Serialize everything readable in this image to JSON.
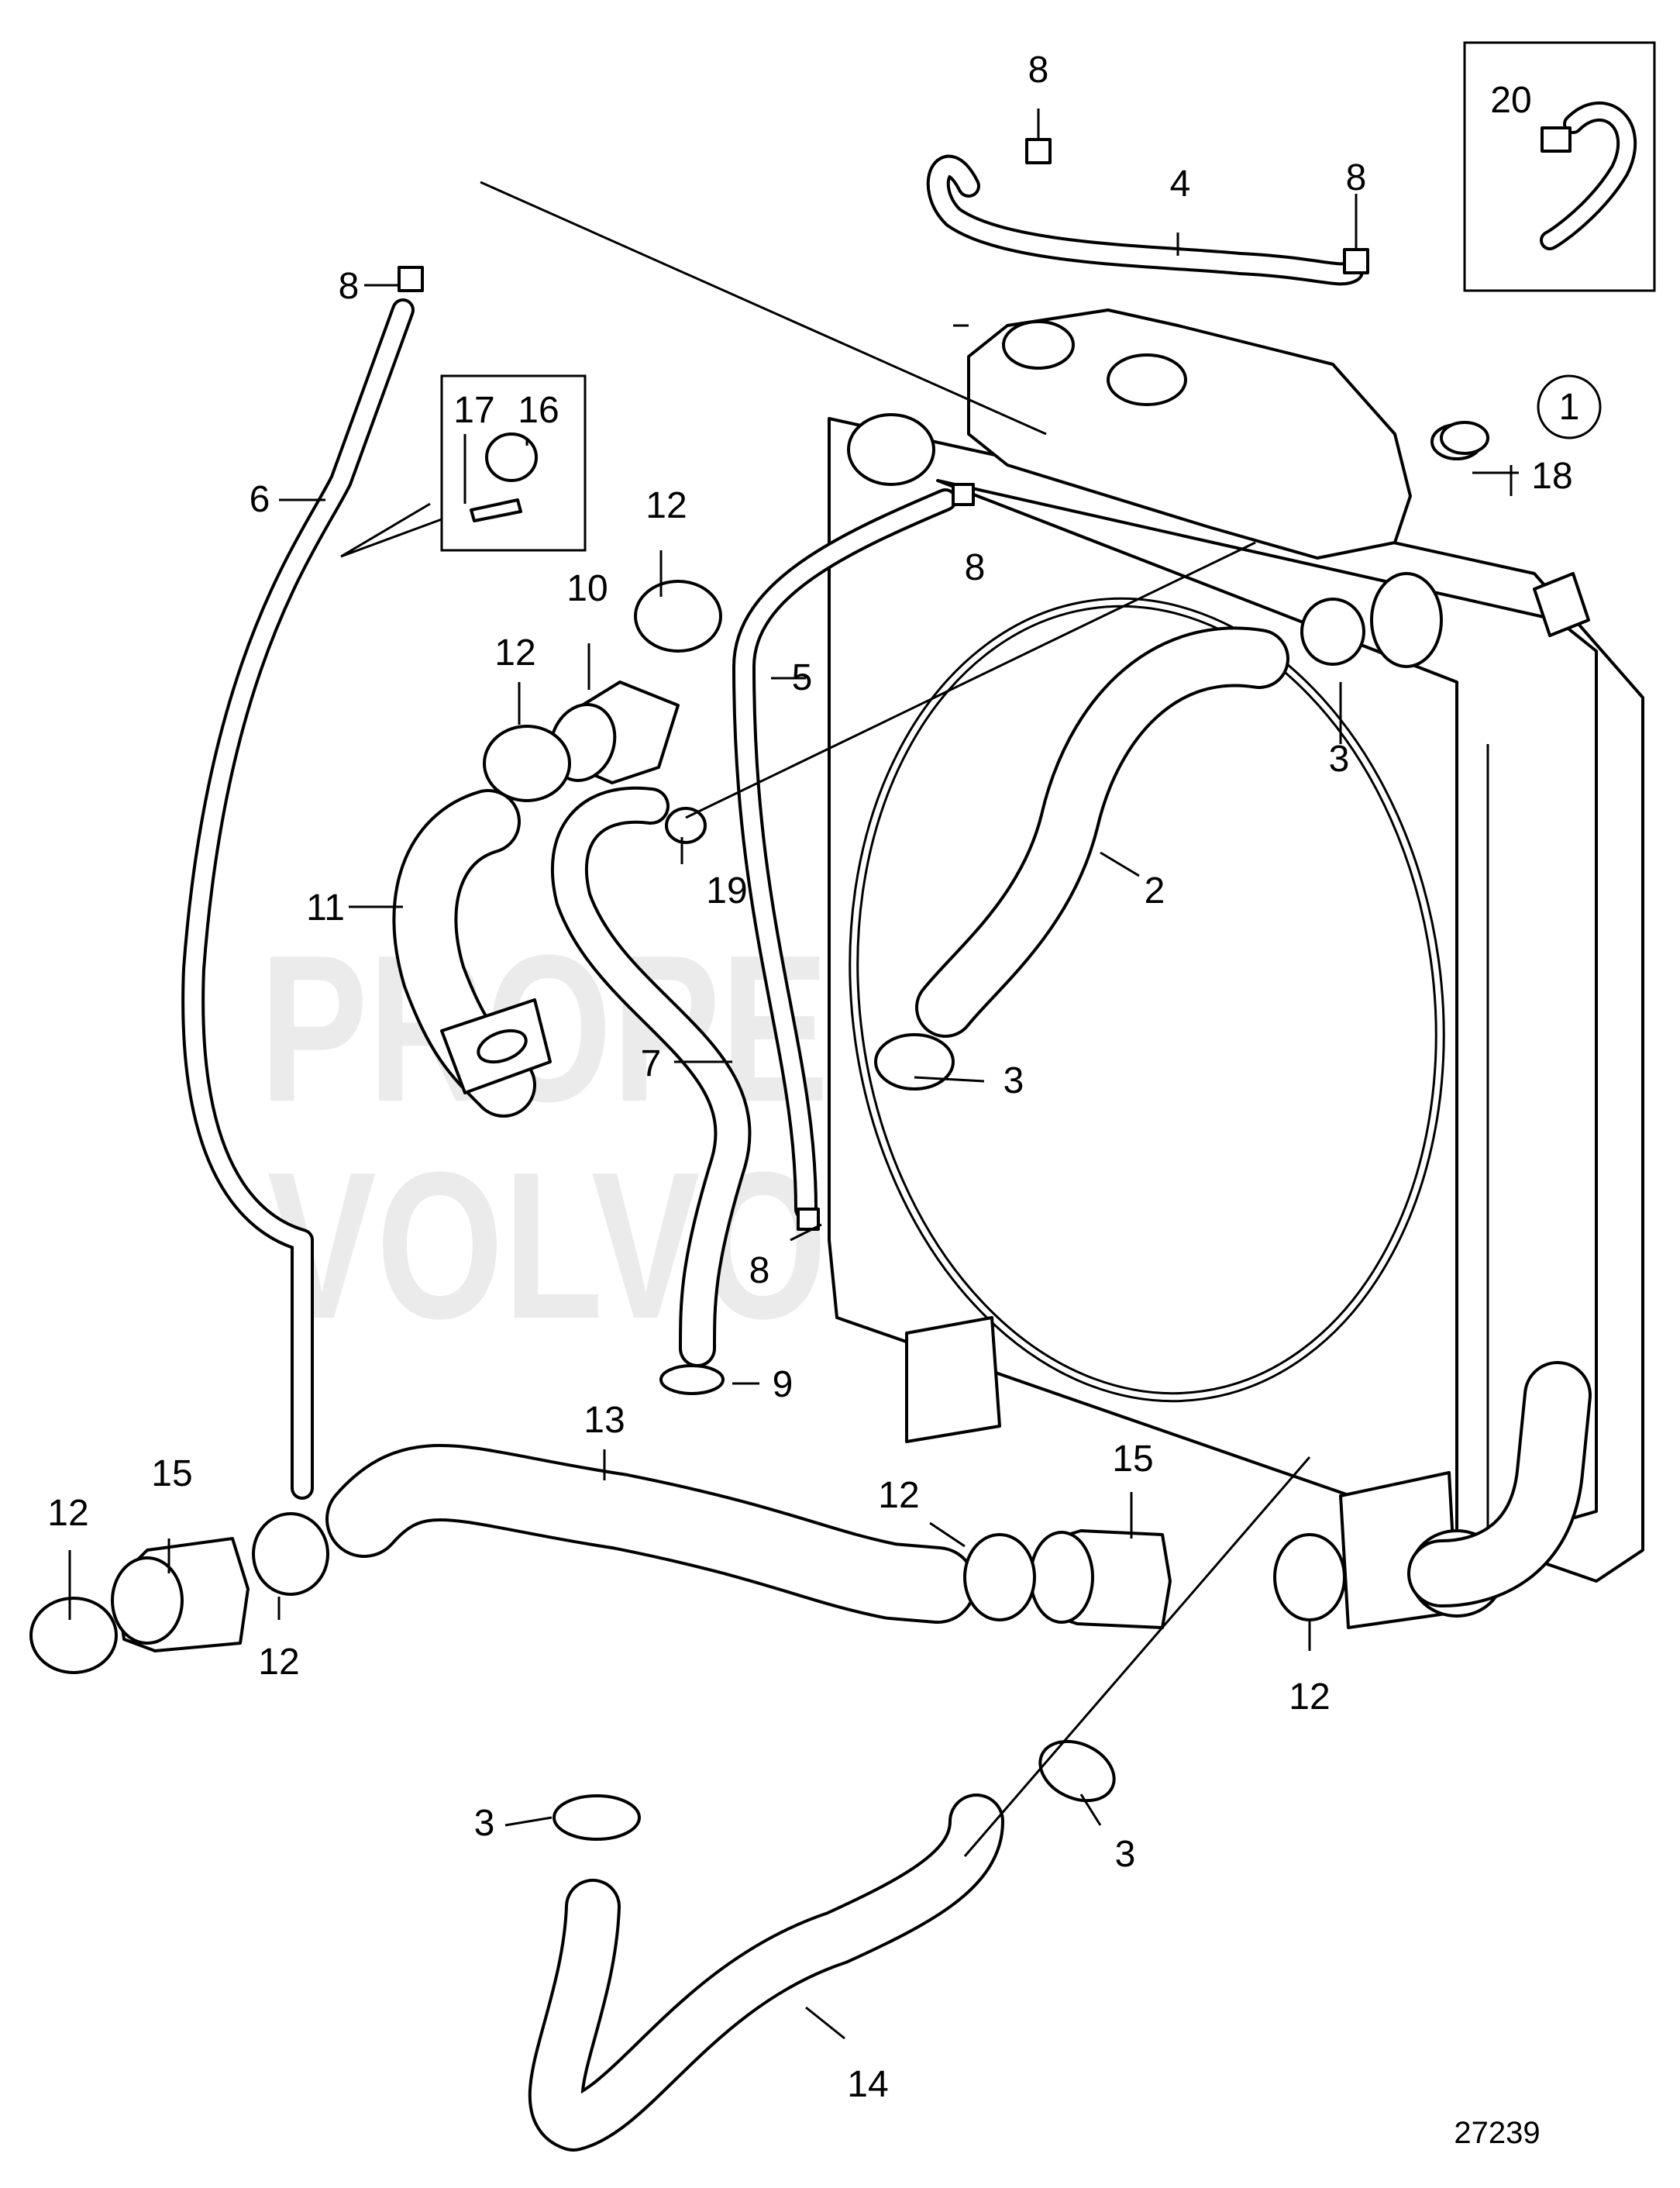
{
  "watermark": {
    "line1": "PROPERTY OF",
    "line2": "VOLVO PENTA"
  },
  "drawing_number": "27239",
  "callouts": [
    "1",
    "2",
    "3",
    "3",
    "3",
    "3",
    "4",
    "5",
    "6",
    "7",
    "8",
    "8",
    "8",
    "8",
    "8",
    "9",
    "10",
    "11",
    "12",
    "12",
    "12",
    "12",
    "12",
    "12",
    "13",
    "14",
    "15",
    "15",
    "16",
    "17",
    "18",
    "19",
    "20"
  ]
}
